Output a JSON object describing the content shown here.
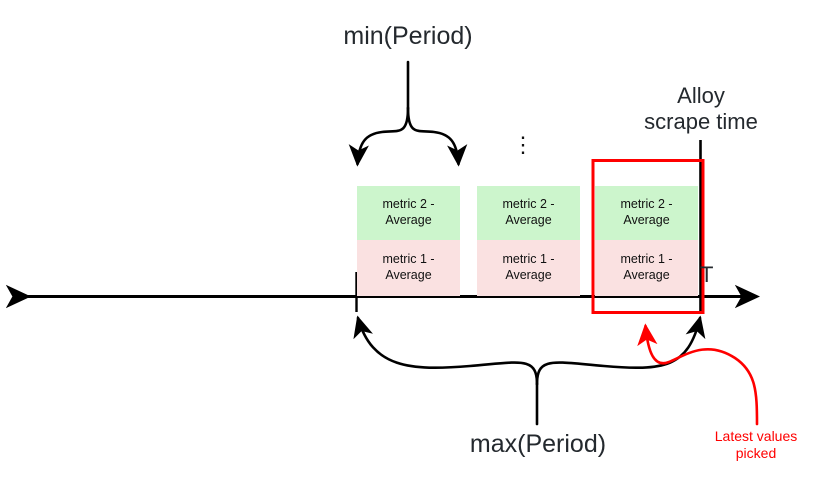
{
  "diagram": {
    "title_top": "min(Period)",
    "title_bottom": "max(Period)",
    "scrape_label": "Alloy\nscrape time",
    "latest_label": "Latest values\npicked",
    "axis_label": "T",
    "continuation": "⋮",
    "periods": [
      {
        "id": "period-1",
        "metric_top": "metric 2 -\nAverage",
        "metric_bottom": "metric 1 -\nAverage"
      },
      {
        "id": "period-2",
        "metric_top": "metric 2 -\nAverage",
        "metric_bottom": "metric 1 -\nAverage"
      },
      {
        "id": "period-3",
        "metric_top": "metric 2 -\nAverage",
        "metric_bottom": "metric 1 -\nAverage"
      }
    ],
    "colors": {
      "metric_top_fill": "#ccf5cc",
      "metric_bottom_fill": "#fae1e1",
      "highlight_stroke": "#ff0000",
      "axis_stroke": "#000000",
      "text": "#24292e"
    }
  }
}
